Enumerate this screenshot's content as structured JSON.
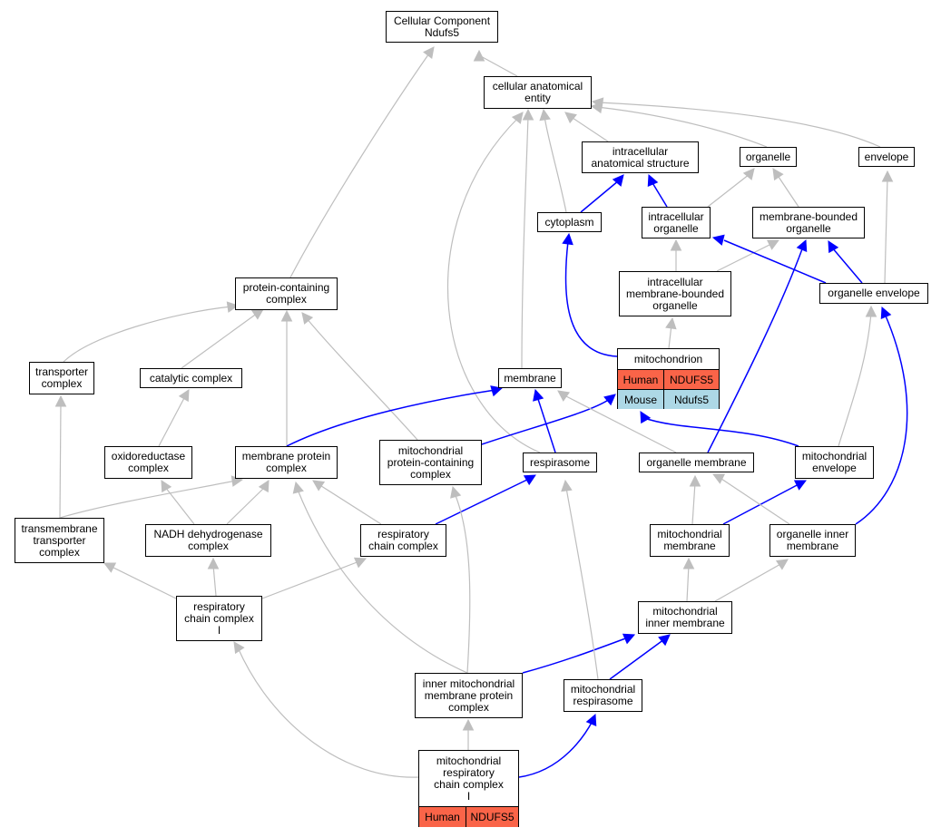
{
  "colors": {
    "parent_edge": "#bebebe",
    "part_of_edge": "#0000ff",
    "human": "#fa6448",
    "mouse": "#add8e6"
  },
  "nodes": {
    "cellular_component": "Cellular Component\nNdufs5",
    "cellular_anatomical_entity": "cellular anatomical\nentity",
    "intracellular_anatomical_structure": "intracellular\nanatomical structure",
    "organelle": "organelle",
    "envelope": "envelope",
    "cytoplasm": "cytoplasm",
    "intracellular_organelle": "intracellular\norganelle",
    "membrane_bounded_organelle": "membrane-bounded\norganelle",
    "protein_containing_complex": "protein-containing\ncomplex",
    "intracellular_membrane_bounded_organelle": "intracellular\nmembrane-bounded\norganelle",
    "organelle_envelope": "organelle envelope",
    "transporter_complex": "transporter\ncomplex",
    "catalytic_complex": "catalytic complex",
    "membrane": "membrane",
    "oxidoreductase_complex": "oxidoreductase\ncomplex",
    "membrane_protein_complex": "membrane protein\ncomplex",
    "mito_protein_containing_complex": "mitochondrial\nprotein-containing\ncomplex",
    "respirasome": "respirasome",
    "organelle_membrane": "organelle membrane",
    "mitochondrial_envelope": "mitochondrial\nenvelope",
    "transmembrane_transporter_complex": "transmembrane\ntransporter\ncomplex",
    "nadh_dehydrogenase_complex": "NADH dehydrogenase\ncomplex",
    "respiratory_chain_complex": "respiratory\nchain complex",
    "mitochondrial_membrane": "mitochondrial\nmembrane",
    "organelle_inner_membrane": "organelle inner\nmembrane",
    "respiratory_chain_complex_i": "respiratory\nchain complex\nI",
    "mitochondrial_inner_membrane": "mitochondrial\ninner membrane",
    "inner_mito_membrane_protein_complex": "inner mitochondrial\nmembrane protein\ncomplex",
    "mitochondrial_respirasome": "mitochondrial\nrespirasome"
  },
  "mitochondrion": {
    "label": "mitochondrion",
    "rows": [
      {
        "species": "Human",
        "gene": "NDUFS5"
      },
      {
        "species": "Mouse",
        "gene": "Ndufs5"
      }
    ]
  },
  "mito_resp_chain_complex_i": {
    "label": "mitochondrial\nrespiratory\nchain complex\nI",
    "rows": [
      {
        "species": "Human",
        "gene": "NDUFS5"
      }
    ]
  }
}
